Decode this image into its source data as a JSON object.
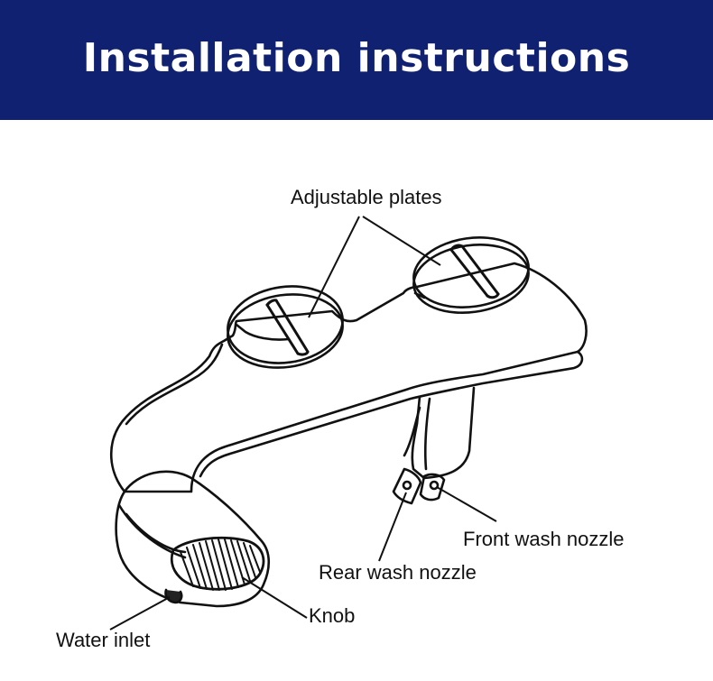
{
  "header": {
    "title": "Installation instructions",
    "background_color": "#0f2170",
    "text_color": "#ffffff"
  },
  "labels": {
    "adjustable_plates": "Adjustable plates",
    "front_wash_nozzle": "Front wash nozzle",
    "rear_wash_nozzle": "Rear wash nozzle",
    "knob": "Knob",
    "water_inlet": "Water inlet"
  }
}
